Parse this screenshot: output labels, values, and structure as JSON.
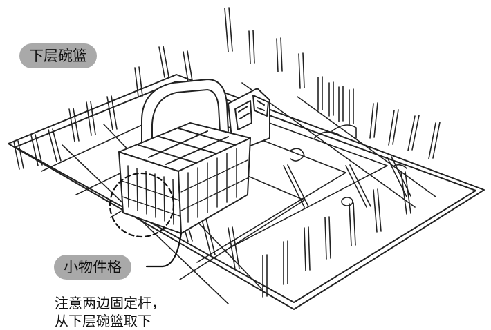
{
  "labels": {
    "rack_title": "下层碗篮",
    "basket_callout": "小物件格",
    "note_line1": "注意两边固定杆，",
    "note_line2": "从下层碗篮取下"
  }
}
